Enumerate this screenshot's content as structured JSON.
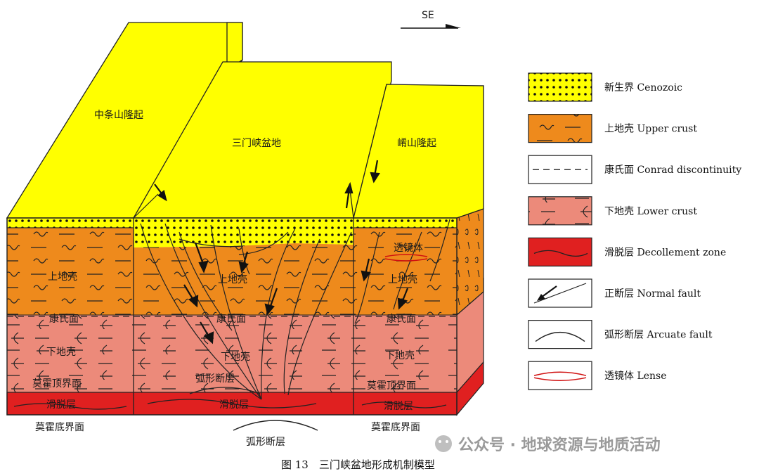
{
  "direction": {
    "label": "SE"
  },
  "blocks": {
    "left_top": "中条山隆起",
    "mid_top": "三门峡盆地",
    "right_top": "崤山隆起"
  },
  "layers": {
    "upper_crust": "上地壳",
    "conrad": "康氏面",
    "lower_crust": "下地壳",
    "moho_top": "莫霍顶界面",
    "decollement": "滑脱层",
    "moho_bottom": "莫霍底界面",
    "arcuate_fault": "弧形断层",
    "lense": "透镜体"
  },
  "legend": [
    {
      "name": "新生界 Cenozoic",
      "swatch": "cenozoic",
      "color": "#ffff00"
    },
    {
      "name": "上地壳 Upper crust",
      "swatch": "upper",
      "color": "#ee8a1c"
    },
    {
      "name": "康氏面 Conrad discontinuity",
      "swatch": "conrad",
      "color": "#ffffff"
    },
    {
      "name": "下地壳 Lower crust",
      "swatch": "lower",
      "color": "#ec8a7a"
    },
    {
      "name": "滑脱层 Decollement zone",
      "swatch": "decol",
      "color": "#e02020"
    },
    {
      "name": "正断层 Normal fault",
      "swatch": "normal",
      "color": "#ffffff"
    },
    {
      "name": "弧形断层 Arcuate fault",
      "swatch": "arcuate",
      "color": "#ffffff"
    },
    {
      "name": "透镜体 Lense",
      "swatch": "lense",
      "color": "#ffffff"
    }
  ],
  "caption": "图 13　三门峡盆地形成机制模型",
  "watermark": "公众号 · 地球资源与地质活动"
}
